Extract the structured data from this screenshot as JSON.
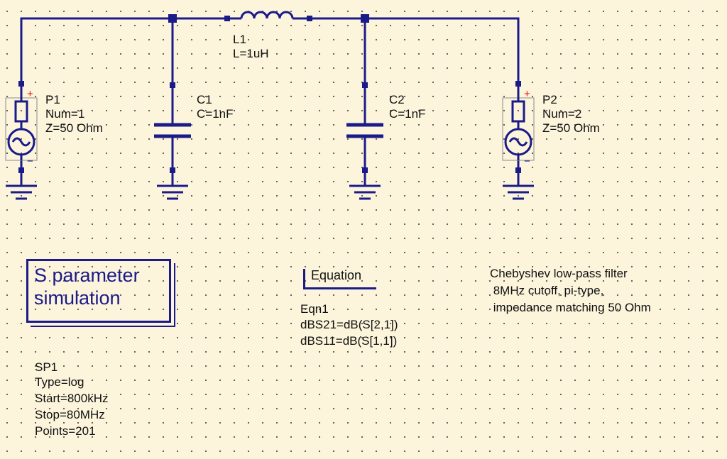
{
  "colors": {
    "wire": "#1a1a8a",
    "text": "#101010",
    "plus": "#e01010",
    "background": "#fcf5dc"
  },
  "components": {
    "P1": {
      "name": "P1",
      "num": "Num=1",
      "z": "Z=50 Ohm",
      "plus": "+",
      "minus": "−"
    },
    "P2": {
      "name": "P2",
      "num": "Num=2",
      "z": "Z=50 Ohm",
      "plus": "+",
      "minus": "−"
    },
    "C1": {
      "name": "C1",
      "value": "C=1nF"
    },
    "C2": {
      "name": "C2",
      "value": "C=1nF"
    },
    "L1": {
      "name": "L1",
      "value": "L=1uH"
    }
  },
  "simulation": {
    "title_line1": "S parameter",
    "title_line2": "simulation",
    "name": "SP1",
    "type": "Type=log",
    "start": "Start=800kHz",
    "stop": "Stop=80MHz",
    "points": "Points=201"
  },
  "equation": {
    "header": "Equation",
    "name": "Eqn1",
    "line1": "dBS21=dB(S[2,1])",
    "line2": "dBS11=dB(S[1,1])"
  },
  "note": {
    "line1": "Chebyshev low-pass filter",
    "line2": " 8MHz cutoff, pi-type,",
    "line3": " impedance matching 50 Ohm"
  }
}
